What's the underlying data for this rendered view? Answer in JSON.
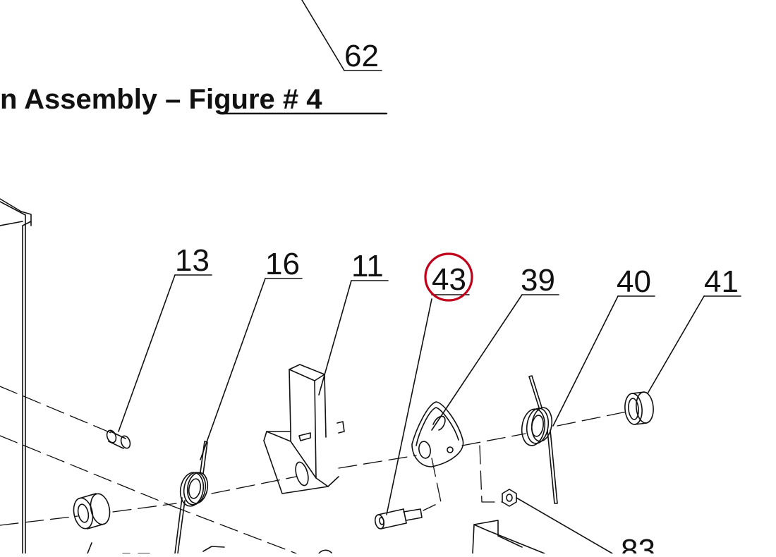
{
  "title": {
    "prefix": "n Assembly – ",
    "figure": "Figure # 4"
  },
  "callouts": {
    "c62": "62",
    "c13": "13",
    "c16": "16",
    "c11": "11",
    "c43": "43",
    "c39": "39",
    "c40": "40",
    "c41": "41",
    "c83": "83"
  },
  "highlight": {
    "target": "43",
    "color": "#c0001a"
  }
}
